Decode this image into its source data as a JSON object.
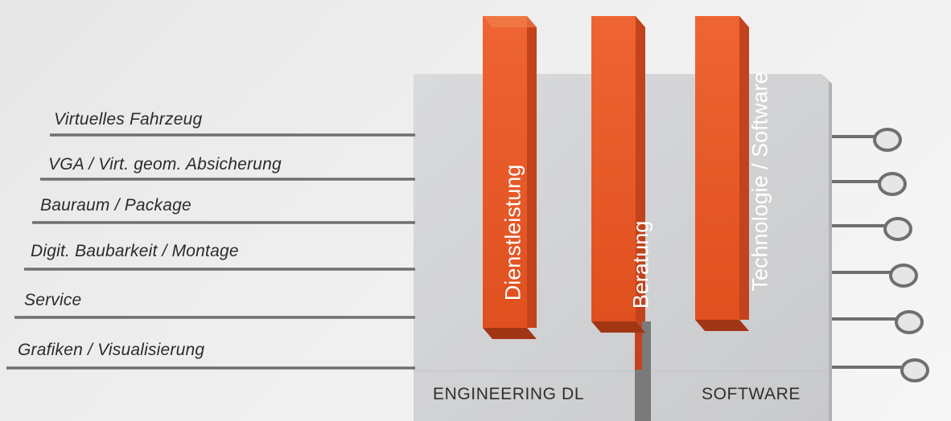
{
  "inputs": [
    {
      "label": "Virtuelles Fahrzeug"
    },
    {
      "label": "VGA / Virt. geom. Absicherung"
    },
    {
      "label": "Bauraum / Package"
    },
    {
      "label": "Digit. Baubarkeit / Montage"
    },
    {
      "label": "Service"
    },
    {
      "label": "Grafiken / Visualisierung"
    }
  ],
  "pillars": [
    {
      "label": "Dienstleistung"
    },
    {
      "label": "Beratung"
    },
    {
      "label": "Technologie / Software"
    }
  ],
  "modules": [
    {
      "label": "ENGINEERING DL"
    },
    {
      "label": "SOFTWARE"
    }
  ],
  "colors": {
    "orange_front": "#e8562a",
    "orange_side": "#c0401b",
    "orange_top": "#f07848",
    "panel": "#d4d5d7",
    "line": "#6f6f6f"
  }
}
